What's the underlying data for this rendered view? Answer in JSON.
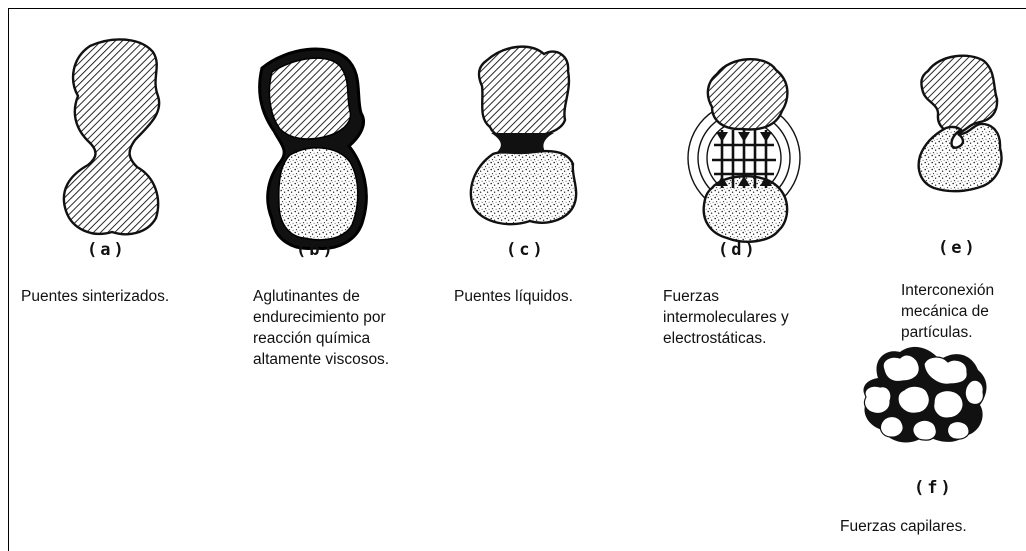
{
  "figures": [
    {
      "letter": "(a)",
      "caption": "Puentes sinterizados."
    },
    {
      "letter": "(b)",
      "caption": "Aglutinantes de\nendurecimiento por\nreacción química\naltamente viscosos."
    },
    {
      "letter": "(c)",
      "caption": "Puentes líquidos."
    },
    {
      "letter": "(d)",
      "caption": "Fuerzas\nintermoleculares y\nelectrostáticas."
    },
    {
      "letter": "(e)",
      "caption": "Interconexión\nmecánica de\npartículas."
    },
    {
      "letter": "(f)",
      "caption": "Fuerzas capilares."
    }
  ]
}
